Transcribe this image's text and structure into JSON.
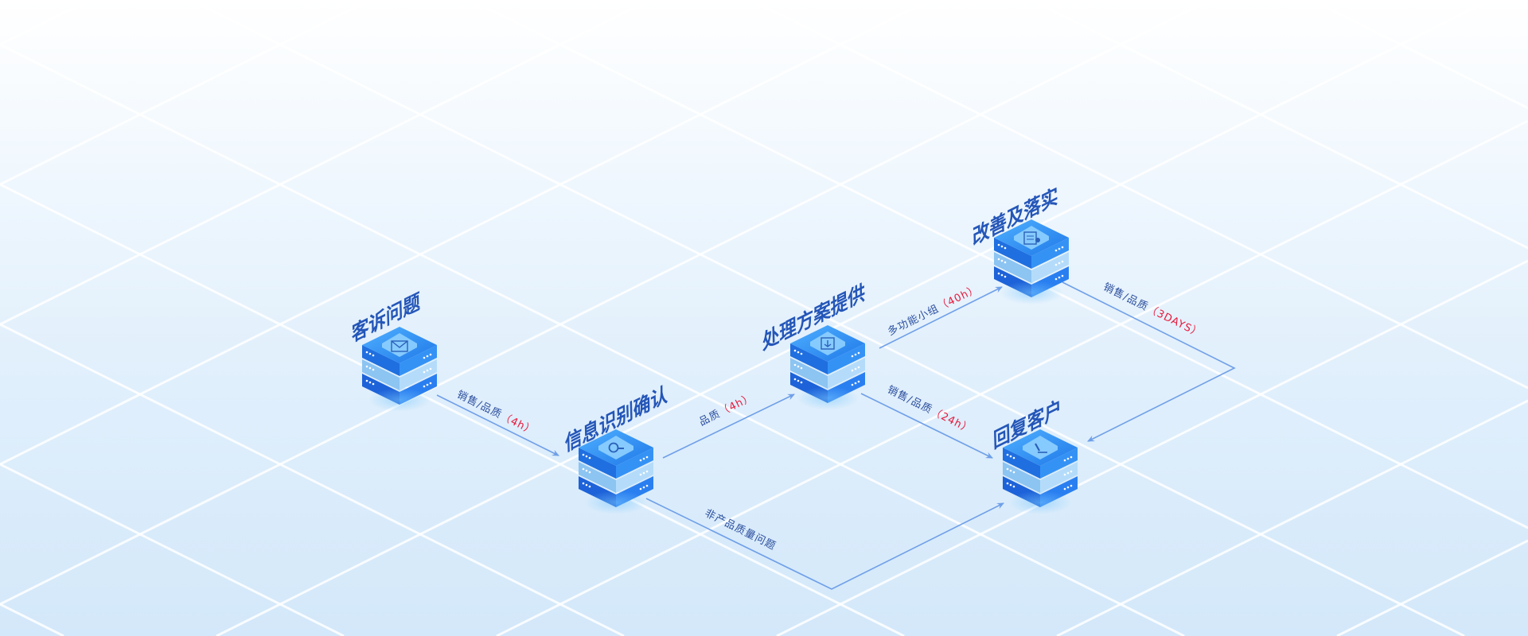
{
  "nodes": [
    {
      "id": "complaint",
      "title": "客诉问题",
      "icon": "mail-icon"
    },
    {
      "id": "identify",
      "title": "信息识别确认",
      "icon": "search-icon"
    },
    {
      "id": "solution",
      "title": "处理方案提供",
      "icon": "document-download-icon"
    },
    {
      "id": "improve",
      "title": "改善及落实",
      "icon": "clipboard-check-icon"
    },
    {
      "id": "reply",
      "title": "回复客户",
      "icon": "pen-sign-icon"
    }
  ],
  "edges": [
    {
      "from": "客诉问题",
      "to": "信息识别确认",
      "label": "销售/品质",
      "time": "（4h）"
    },
    {
      "from": "信息识别确认",
      "to": "处理方案提供",
      "label": "品质",
      "time": "（4h）"
    },
    {
      "from": "处理方案提供",
      "to": "改善及落实",
      "label": "多功能小组",
      "time": "（40h）"
    },
    {
      "from": "处理方案提供",
      "to": "回复客户",
      "label": "销售/品质",
      "time": "（24h）"
    },
    {
      "from": "改善及落实",
      "to": "回复客户",
      "label": "销售/品质",
      "time": "（3DAYS）"
    },
    {
      "from": "信息识别确认",
      "to": "回复客户",
      "label": "非产品质量问题",
      "time": ""
    }
  ],
  "colors": {
    "arrow": "#6f9fe8",
    "title": "#2456b8",
    "time": "#e8193c",
    "cube_top": "#2f8df0",
    "cube_mid": "#a9d8fb"
  }
}
